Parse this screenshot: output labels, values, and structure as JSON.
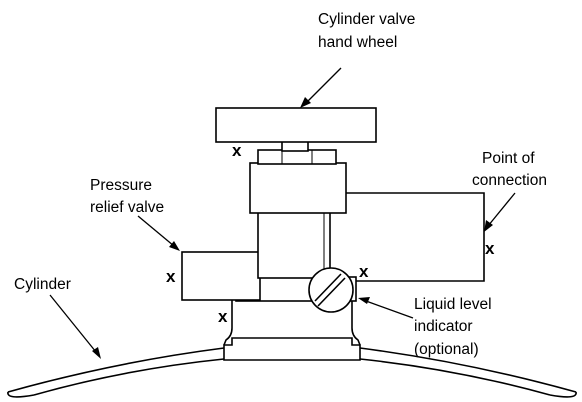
{
  "labels": {
    "hand_wheel": [
      "Cylinder valve",
      "hand wheel"
    ],
    "point_of_connection": [
      "Point of",
      "connection"
    ],
    "pressure_relief": [
      "Pressure",
      "relief valve"
    ],
    "cylinder": [
      "Cylinder"
    ],
    "liquid_level": [
      "Liquid level",
      "indicator",
      "(optional)"
    ]
  },
  "leak_mark": "x"
}
